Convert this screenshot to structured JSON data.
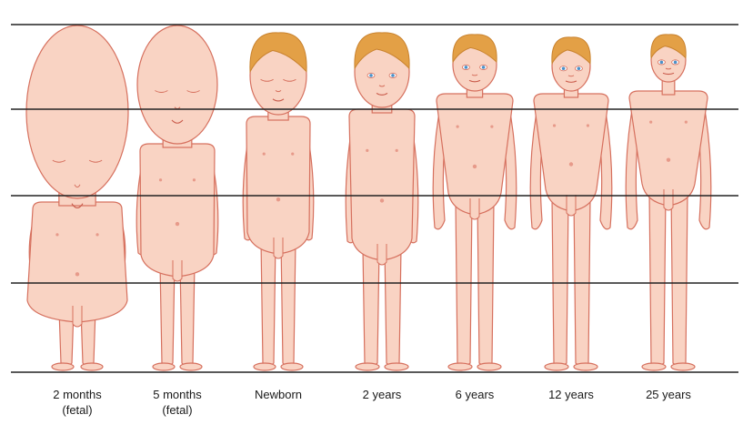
{
  "figure": {
    "skin_color": "#f9d3c3",
    "outline_color": "#d6705e",
    "hair_color": "#e3a046",
    "eye_color": "#4a90c8",
    "line_color": "#222222",
    "stages": [
      {
        "label": "2 months",
        "sublabel": "(fetal)",
        "hair": false,
        "eyes_open": false
      },
      {
        "label": "5 months",
        "sublabel": "(fetal)",
        "hair": false,
        "eyes_open": false
      },
      {
        "label": "Newborn",
        "sublabel": "",
        "hair": true,
        "eyes_open": false
      },
      {
        "label": "2 years",
        "sublabel": "",
        "hair": true,
        "eyes_open": true
      },
      {
        "label": "6 years",
        "sublabel": "",
        "hair": true,
        "eyes_open": true
      },
      {
        "label": "12 years",
        "sublabel": "",
        "hair": true,
        "eyes_open": true
      },
      {
        "label": "25 years",
        "sublabel": "",
        "hair": true,
        "eyes_open": true
      }
    ]
  }
}
